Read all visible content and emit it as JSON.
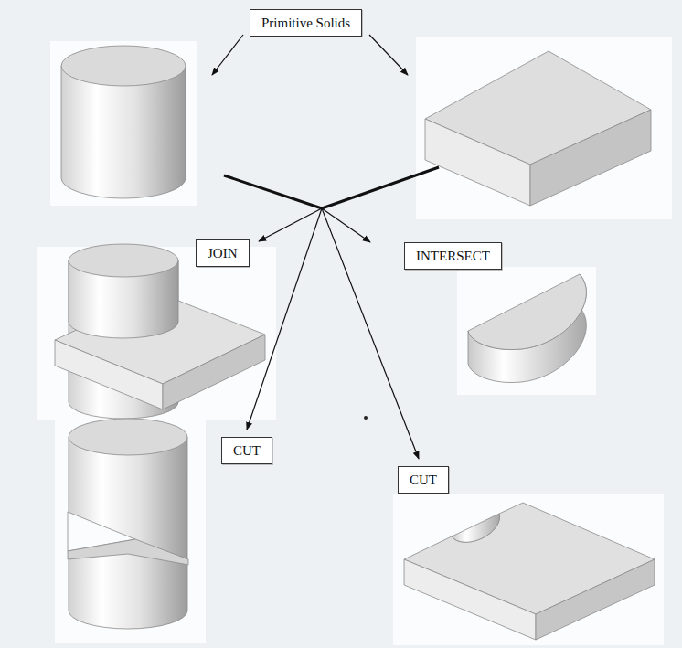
{
  "diagram": {
    "nodes": [
      {
        "text": [
          "Primitive Solids"
        ]
      },
      {
        "text": [
          "JOIN"
        ]
      },
      {
        "text": [
          "INTERSECT"
        ]
      },
      {
        "text": [
          "CUT"
        ]
      },
      {
        "text": [
          "CUT"
        ]
      }
    ]
  }
}
